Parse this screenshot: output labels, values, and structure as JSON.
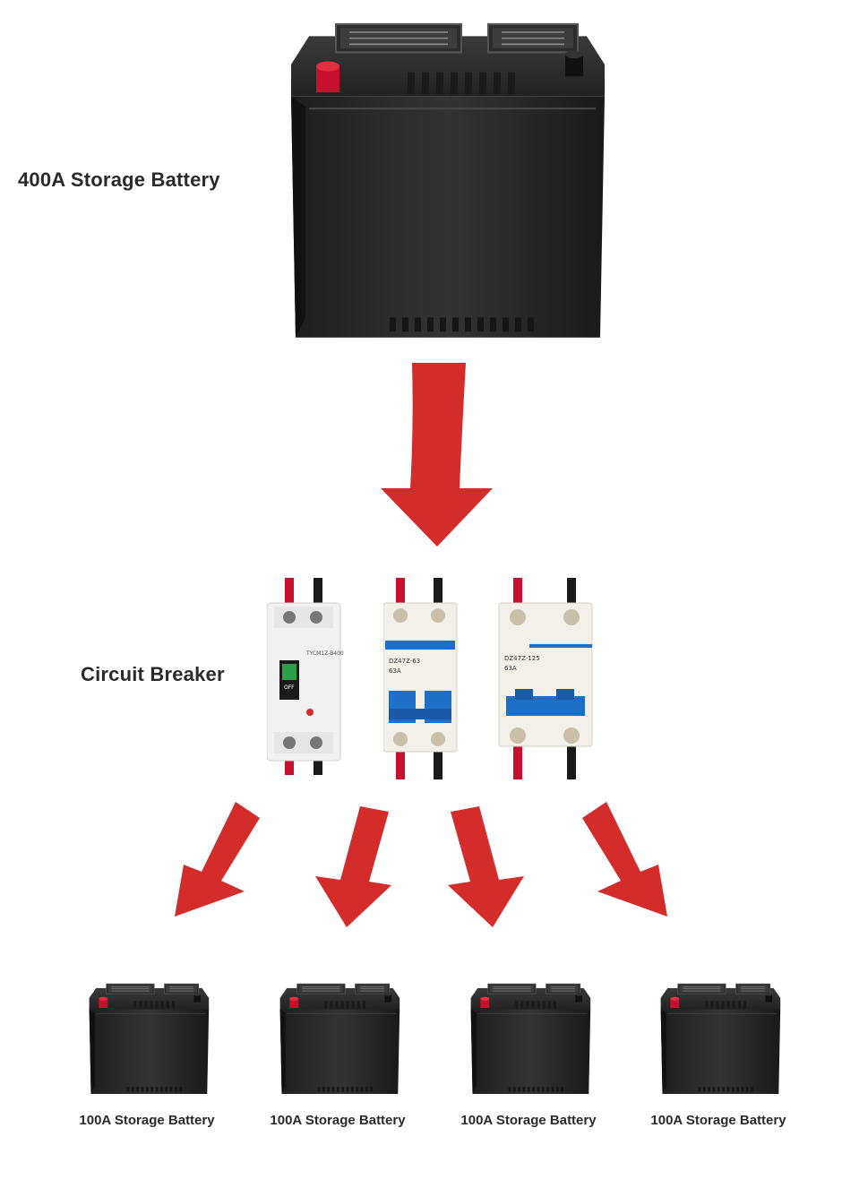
{
  "source": {
    "label": "400A Storage Battery"
  },
  "breaker": {
    "label": "Circuit Breaker",
    "units": [
      {
        "model": "TYCM1Z-B400",
        "off_text": "OFF"
      },
      {
        "model": "DZ47Z-63",
        "rating": "63A"
      },
      {
        "model": "DZ47Z-125",
        "rating": "63A"
      }
    ]
  },
  "outputs": [
    {
      "label": "100A Storage Battery"
    },
    {
      "label": "100A Storage Battery"
    },
    {
      "label": "100A Storage Battery"
    },
    {
      "label": "100A Storage Battery"
    }
  ],
  "colors": {
    "arrow": "#d42b2b",
    "battery_body": "#2b2b2b",
    "positive_terminal": "#c8102e",
    "breaker_blue": "#1f6fc9"
  }
}
